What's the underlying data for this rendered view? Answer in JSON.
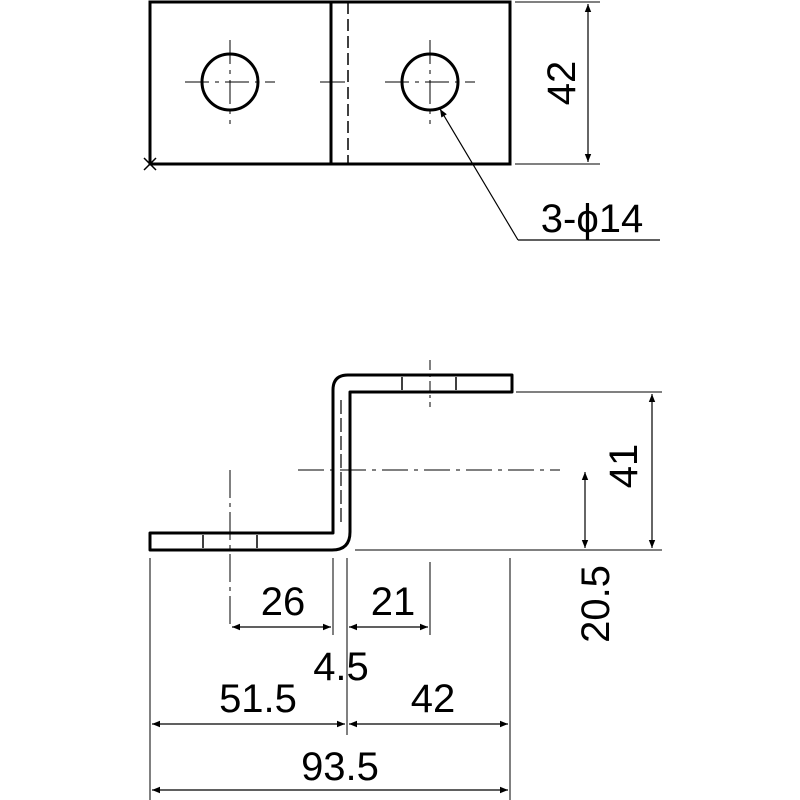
{
  "drawing": {
    "top_view": {
      "height_dim": "42",
      "hole_callout": "3-ϕ14"
    },
    "side_view": {
      "overall_height_dim": "41",
      "lower_height_dim": "20.5",
      "dim_left_hole": "26",
      "dim_right_hole": "21",
      "dim_thickness": "4.5",
      "dim_left_flange": "51.5",
      "dim_right_flange": "42",
      "dim_overall_width": "93.5"
    }
  },
  "colors": {
    "line": "#000000",
    "background": "#ffffff"
  }
}
